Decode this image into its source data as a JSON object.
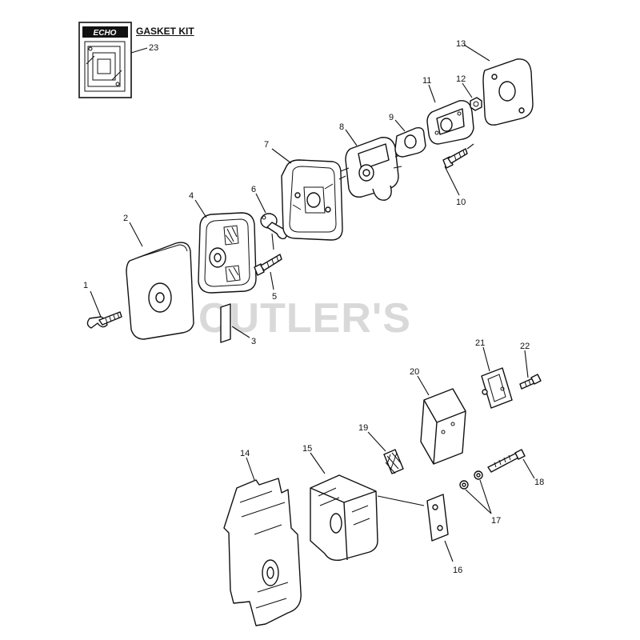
{
  "kit": {
    "brand": "ECHO",
    "title": "GASKET KIT",
    "ref": "23"
  },
  "watermark": "CUTLER'S",
  "callouts": [
    "1",
    "2",
    "3",
    "4",
    "5",
    "6",
    "7",
    "8",
    "9",
    "10",
    "11",
    "12",
    "13",
    "14",
    "15",
    "16",
    "17",
    "18",
    "19",
    "20",
    "21",
    "22",
    "23"
  ]
}
